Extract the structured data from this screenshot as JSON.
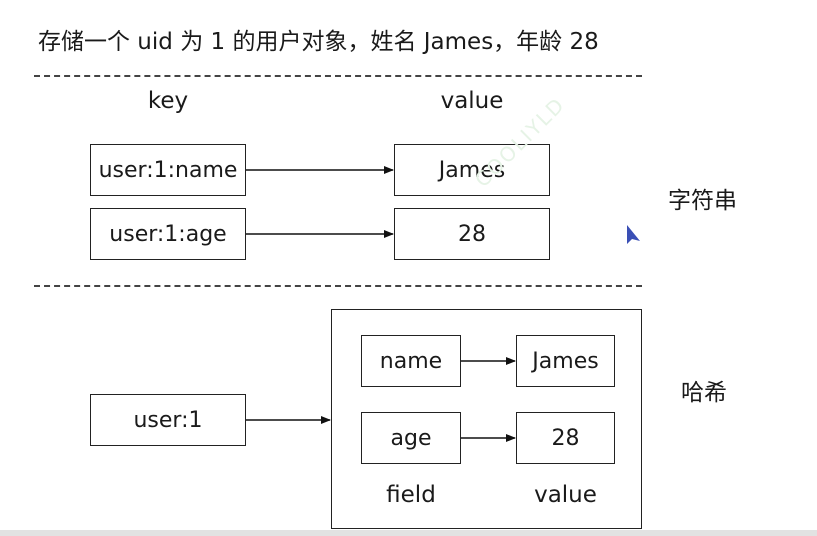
{
  "title": "存储一个 uid 为 1 的用户对象，姓名 James，年龄 28",
  "string_section": {
    "key_header": "key",
    "value_header": "value",
    "rows": [
      {
        "key": "user:1:name",
        "value": "James"
      },
      {
        "key": "user:1:age",
        "value": "28"
      }
    ],
    "type_label": "字符串"
  },
  "hash_section": {
    "key": "user:1",
    "fields": [
      {
        "field": "name",
        "value": "James"
      },
      {
        "field": "age",
        "value": "28"
      }
    ],
    "field_header": "field",
    "value_header": "value",
    "type_label": "哈希"
  },
  "watermark": "COOLIYLD",
  "cursor_icon": "pointer-arrow-icon",
  "accent_color": "#3a4fb5"
}
